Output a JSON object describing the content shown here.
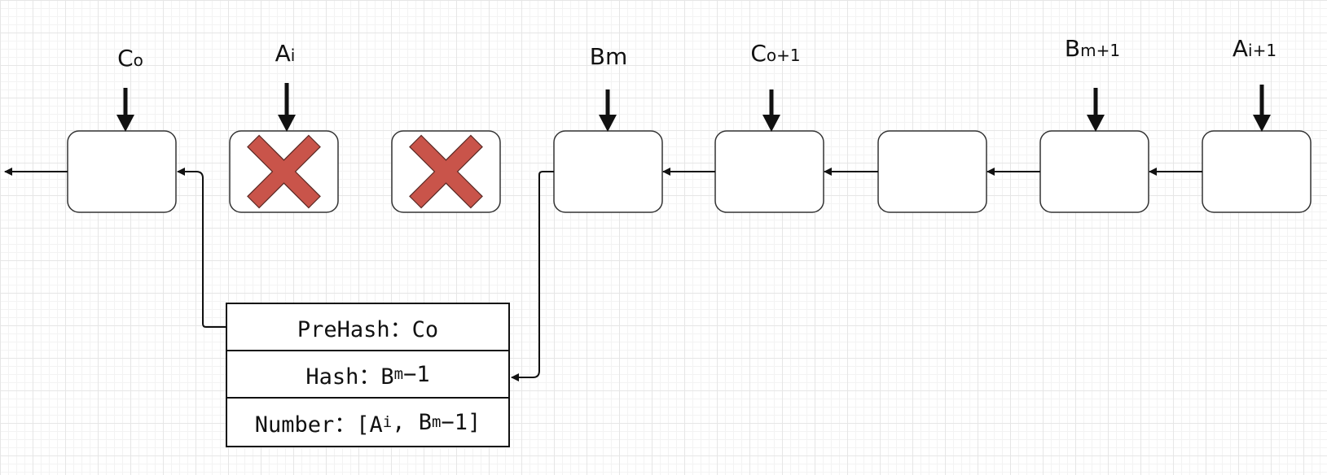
{
  "pointers": [
    {
      "id": "c0",
      "base": "C",
      "sub": "o"
    },
    {
      "id": "ai",
      "base": "A",
      "sub": "i"
    },
    {
      "id": "bm",
      "base": "Bm",
      "sub": ""
    },
    {
      "id": "c1",
      "base": "C",
      "sub": "o+1"
    },
    {
      "id": "bm1",
      "base": "B",
      "sub": "m+1"
    },
    {
      "id": "ai1",
      "base": "A",
      "sub": "i+1"
    }
  ],
  "block_info": {
    "prehash": {
      "prefix": "PreHash：Co"
    },
    "hash": {
      "prefix": "Hash：B",
      "sub": "m",
      "suffix": "−1"
    },
    "number": {
      "prefix": "Number：[A",
      "sub1": "i",
      "mid": ", B",
      "sub2": "m",
      "suffix": "−1]"
    }
  },
  "colors": {
    "line": "#111111",
    "block_border": "#333333",
    "discard_mark": "#c9544a",
    "discard_mark_edge": "#5a2a25"
  },
  "icons": {
    "discard": "x-mark-icon",
    "pointer": "arrow-down-icon"
  }
}
